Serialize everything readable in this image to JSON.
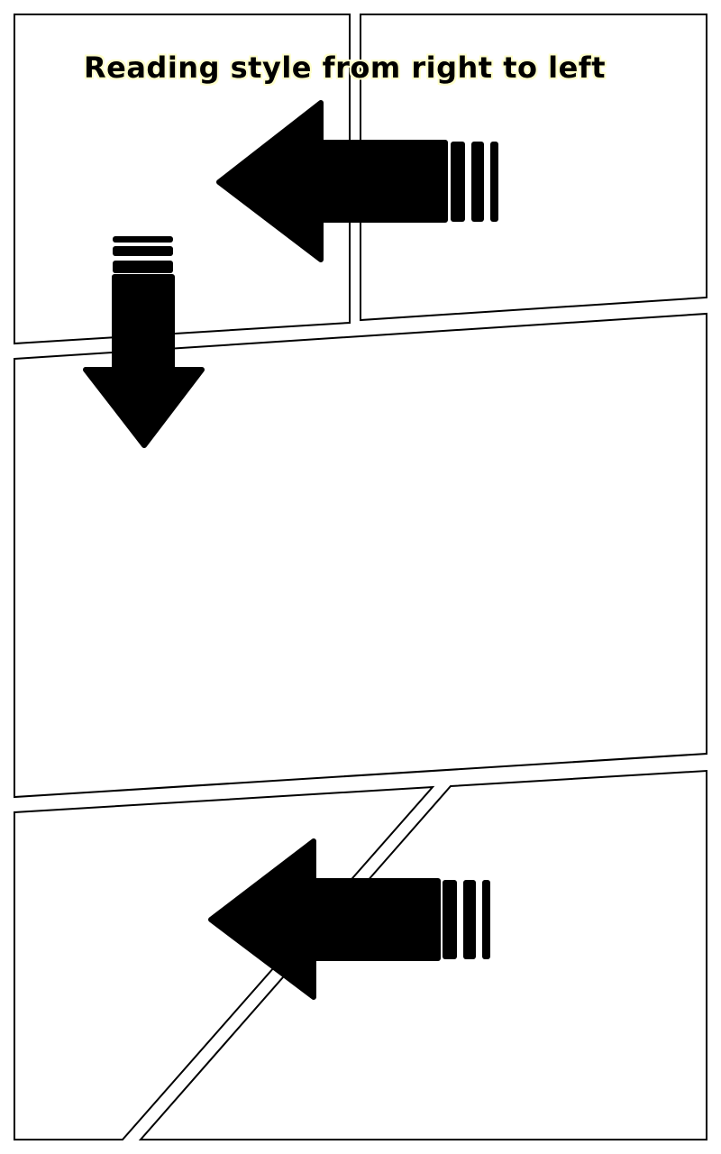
{
  "caption": {
    "text": "Reading style from right to left"
  },
  "colors": {
    "ink": "#000000",
    "paper": "#ffffff",
    "caption_outline": "#ffffcc"
  },
  "panels": [
    {
      "name": "panel-top-left",
      "order": 2
    },
    {
      "name": "panel-top-right",
      "order": 1
    },
    {
      "name": "panel-middle",
      "order": 3
    },
    {
      "name": "panel-bottom-left",
      "order": 5
    },
    {
      "name": "panel-bottom-right",
      "order": 4
    }
  ],
  "arrows": [
    {
      "name": "left-arrow-icon",
      "direction": "left"
    },
    {
      "name": "down-arrow-icon",
      "direction": "down"
    },
    {
      "name": "left-arrow-icon",
      "direction": "left"
    }
  ]
}
